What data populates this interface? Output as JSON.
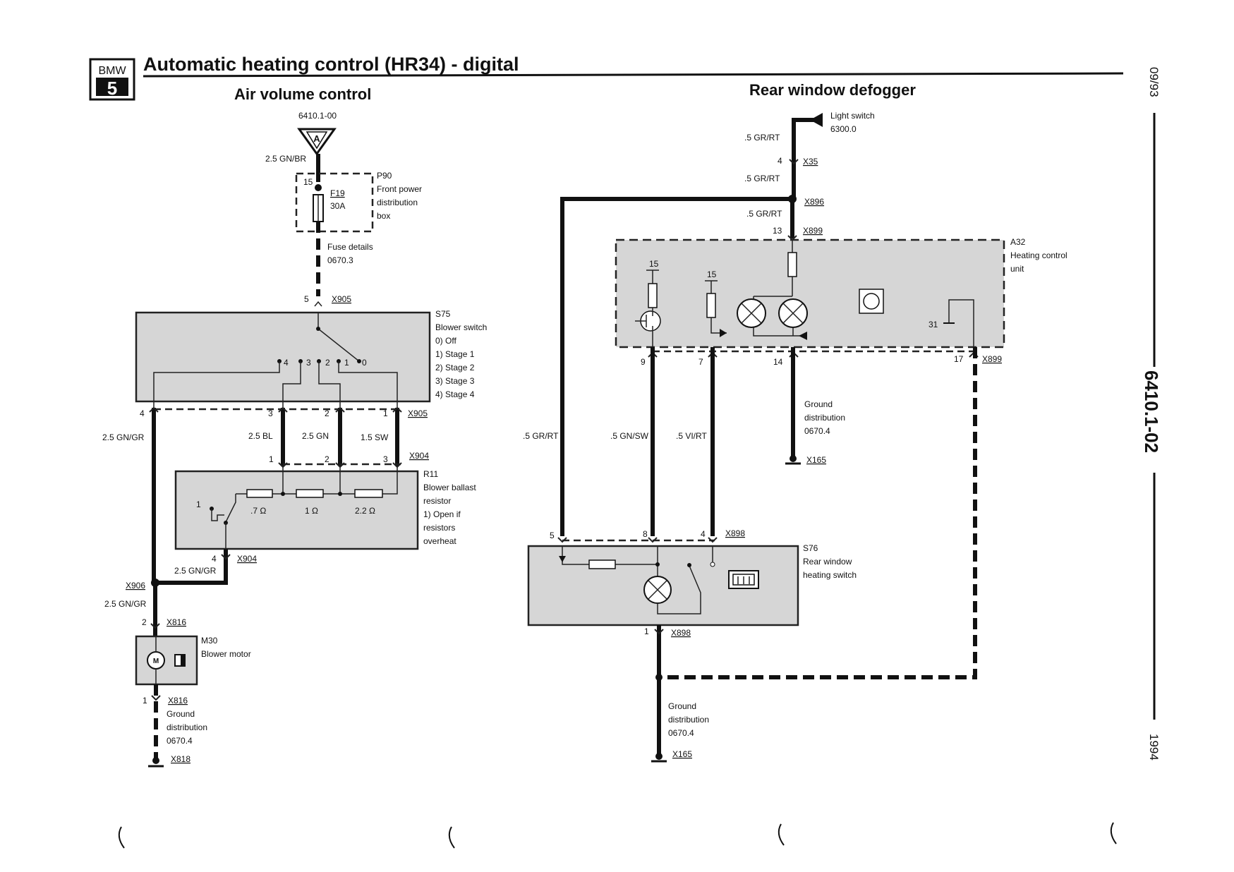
{
  "header": {
    "brand_top": "BMW",
    "brand_bottom": "5",
    "title": "Automatic heating control (HR34) - digital",
    "left_section": "Air volume control",
    "right_section": "Rear window defogger"
  },
  "margin": {
    "date": "09/93",
    "doc_number": "6410.1-02",
    "year": "1994"
  },
  "left": {
    "ref_top": "6410.1-00",
    "connector_a": "A",
    "wire_top": "2.5 GN/BR",
    "pin_15": "15",
    "fuse_name": "F19",
    "fuse_rating": "30A",
    "p90": [
      "P90",
      "Front power",
      "distribution",
      "box"
    ],
    "fuse_details": [
      "Fuse details",
      "0670.3"
    ],
    "x905_pin": "5",
    "x905": "X905",
    "s75": [
      "S75",
      "Blower switch",
      "0)   Off",
      "1)   Stage 1",
      "2)   Stage 2",
      "3)   Stage 3",
      "4)   Stage 4"
    ],
    "switch_pos": [
      "4",
      "3",
      "2",
      "1",
      "0"
    ],
    "pins_top": [
      "4",
      "3",
      "2",
      "1"
    ],
    "x905b": "X905",
    "wires": [
      "2.5 GN/GR",
      "2.5 BL",
      "2.5 GN",
      "1.5 SW"
    ],
    "pins_r11": [
      "1",
      "2",
      "3"
    ],
    "x904": "X904",
    "r11": [
      "R11",
      "Blower ballast",
      "resistor",
      "1)   Open if",
      "      resistors",
      "      overheat"
    ],
    "res_values": [
      ".7 Ω",
      "1 Ω",
      "2.2 Ω"
    ],
    "r11_pos": "1",
    "x904_pin": "4",
    "x904b": "X904",
    "wire_ret": "2.5 GN/GR",
    "x906": "X906",
    "wire_motor": "2.5 GN/GR",
    "x816_pin": "2",
    "x816": "X816",
    "m30": [
      "M30",
      "Blower motor"
    ],
    "motor_symbol": "M",
    "x816b_pin": "1",
    "x816b": "X816",
    "ground": [
      "Ground",
      "distribution",
      "0670.4"
    ],
    "x818": "X818"
  },
  "right": {
    "light_switch": [
      "Light switch",
      "6300.0"
    ],
    "wire_1": ".5 GR/RT",
    "x35_pin": "4",
    "x35": "X35",
    "wire_2": ".5 GR/RT",
    "x896": "X896",
    "wire_3": ".5 GR/RT",
    "x899_pin": "13",
    "x899": "X899",
    "a32": [
      "A32",
      "Heating control",
      "unit"
    ],
    "pin_15a": "15",
    "pin_15b": "15",
    "pin_31": "31",
    "pins_bottom": [
      "9",
      "7",
      "14",
      "17"
    ],
    "x899b": "X899",
    "ground": [
      "Ground",
      "distribution",
      "0670.4"
    ],
    "x165": "X165",
    "wires": [
      ".5 GR/RT",
      ".5 GN/SW",
      ".5 VI/RT"
    ],
    "pins_s76": [
      "5",
      "8",
      "4"
    ],
    "x898": "X898",
    "s76": [
      "S76",
      "Rear window",
      "heating switch"
    ],
    "x898b_pin": "1",
    "x898b": "X898",
    "ground2": [
      "Ground",
      "distribution",
      "0670.4"
    ],
    "x165b": "X165"
  }
}
